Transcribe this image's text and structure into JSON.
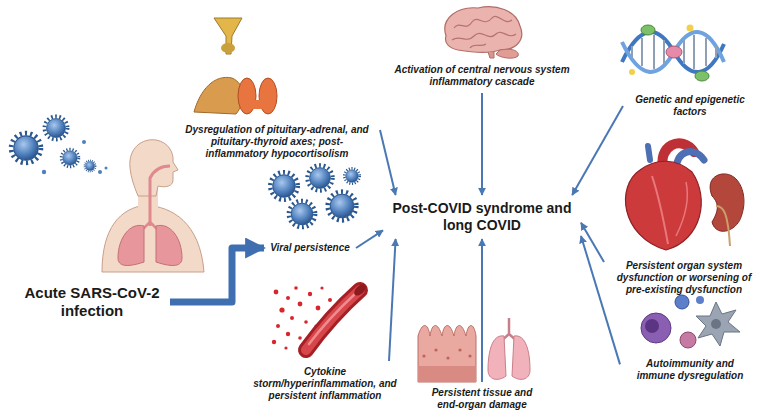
{
  "diagram": {
    "nodes": [
      {
        "text": [
          "Acute SARS-CoV-2 infection"
        ]
      },
      {
        "text": [
          "Dysregulation of pituitary-adrenal, and pituitary-thyroid axes; post-inflammatory hypocortisolism"
        ]
      },
      {
        "text": [
          "Viral persistence"
        ]
      },
      {
        "text": [
          "Cytokine storm/hyperinflammation, and persistent inflammation"
        ]
      },
      {
        "text": [
          "Activation of central nervous system inflammatory cascade"
        ]
      },
      {
        "text": [
          "Post-COVID syndrome and long COVID"
        ]
      },
      {
        "text": [
          "Persistent tissue and end-organ damage"
        ]
      },
      {
        "text": [
          "Genetic and epigenetic factors"
        ]
      },
      {
        "text": [
          "Persistent organ system dysfunction or worsening of pre-existing dysfunction"
        ]
      },
      {
        "text": [
          "Autoimmunity and immune dysregulation"
        ]
      }
    ],
    "edges": [
      {
        "from": 0,
        "to": 2,
        "arrow": "to"
      },
      {
        "from": 1,
        "to": 5,
        "arrow": "to"
      },
      {
        "from": 2,
        "to": 5,
        "arrow": "to"
      },
      {
        "from": 3,
        "to": 5,
        "arrow": "to"
      },
      {
        "from": 4,
        "to": 5,
        "arrow": "to"
      },
      {
        "from": 6,
        "to": 5,
        "arrow": "to"
      },
      {
        "from": 7,
        "to": 5,
        "arrow": "to"
      },
      {
        "from": 8,
        "to": 5,
        "arrow": "to"
      },
      {
        "from": 9,
        "to": 5,
        "arrow": "to"
      }
    ]
  }
}
